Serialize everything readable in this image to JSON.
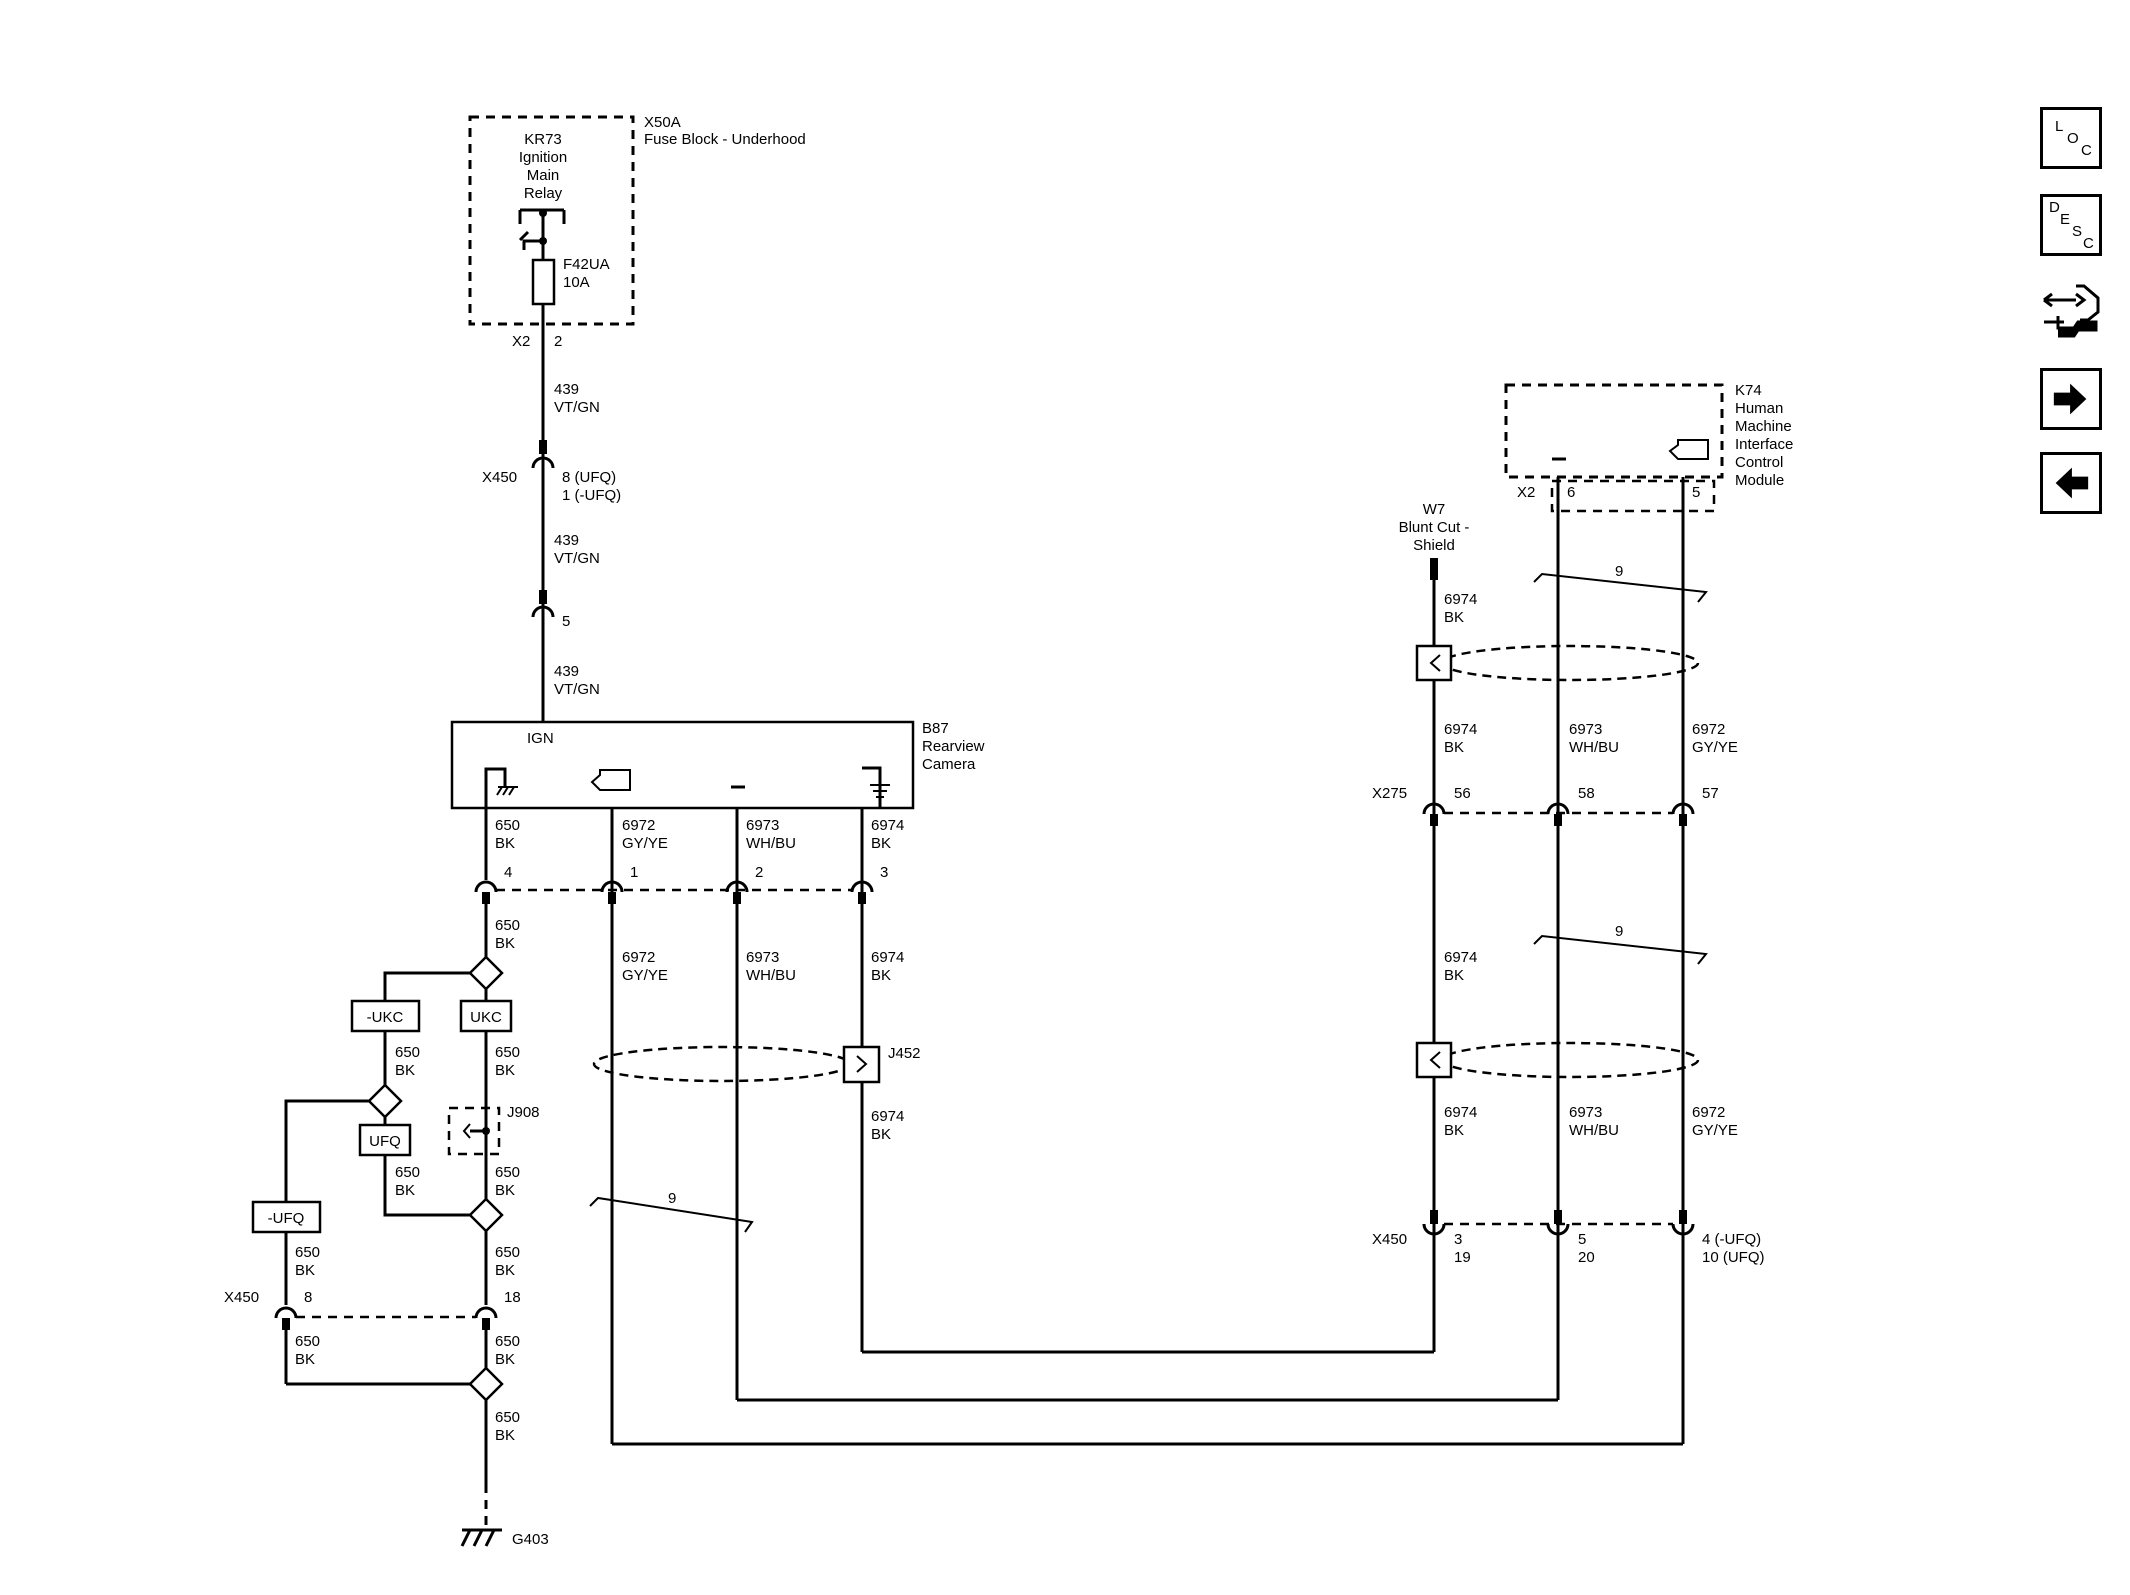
{
  "modules": {
    "fuse_block": {
      "id": "X50A",
      "name": "Fuse Block - Underhood"
    },
    "relay": {
      "line1": "KR73",
      "line2": "Ignition",
      "line3": "Main",
      "line4": "Relay"
    },
    "fuse": {
      "id": "F42UA",
      "rating": "10A"
    },
    "fuse_block_connector": {
      "conn": "X2",
      "pin": "2"
    },
    "camera": {
      "id": "B87",
      "line2": "Rearview",
      "line3": "Camera",
      "ign_label": "IGN"
    },
    "hmi": {
      "id": "K74",
      "line2": "Human",
      "line3": "Machine",
      "line4": "Interface",
      "line5": "Control",
      "line6": "Module",
      "conn": "X2",
      "pin_a": "6",
      "pin_b": "5"
    },
    "shield_w7": {
      "id": "W7",
      "line2": "Blunt Cut -",
      "line3": "Shield"
    },
    "ground": {
      "id": "G403"
    },
    "splice_j452": "J452",
    "splice_j908": "J908"
  },
  "ignition_circuit": {
    "seg1": {
      "circuit": "439",
      "color": "VT/GN"
    },
    "x450_label": "X450",
    "x450_pin_ufq": "8 (UFQ)",
    "x450_pin_noufq": "1 (-UFQ)",
    "seg2": {
      "circuit": "439",
      "color": "VT/GN"
    },
    "inline_pin": "5",
    "seg3": {
      "circuit": "439",
      "color": "VT/GN"
    }
  },
  "camera_pins": [
    {
      "circuit": "650",
      "color": "BK",
      "pin": "4"
    },
    {
      "circuit": "6972",
      "color": "GY/YE",
      "pin": "1"
    },
    {
      "circuit": "6973",
      "color": "WH/BU",
      "pin": "2"
    },
    {
      "circuit": "6974",
      "color": "BK",
      "pin": "3"
    }
  ],
  "camera_lower_wires": [
    {
      "circuit": "6972",
      "color": "GY/YE"
    },
    {
      "circuit": "6973",
      "color": "WH/BU"
    },
    {
      "circuit": "6974",
      "color": "BK"
    },
    {
      "circuit": "6974",
      "color": "BK"
    }
  ],
  "ground_circuit": {
    "w1": {
      "circuit": "650",
      "color": "BK"
    },
    "opt_noukc": "-UKC",
    "opt_ukc": "UKC",
    "w2": {
      "circuit": "650",
      "color": "BK"
    },
    "w3": {
      "circuit": "650",
      "color": "BK"
    },
    "opt_ufq": "UFQ",
    "w4": {
      "circuit": "650",
      "color": "BK"
    },
    "w5": {
      "circuit": "650",
      "color": "BK"
    },
    "opt_noufq": "-UFQ",
    "w6": {
      "circuit": "650",
      "color": "BK"
    },
    "w7": {
      "circuit": "650",
      "color": "BK"
    },
    "x450_label": "X450",
    "x450_pin_a": "8",
    "x450_pin_b": "18",
    "w8": {
      "circuit": "650",
      "color": "BK"
    },
    "w9": {
      "circuit": "650",
      "color": "BK"
    },
    "w10": {
      "circuit": "650",
      "color": "BK"
    }
  },
  "twist_labels": {
    "left": "9",
    "upper_right": "9",
    "mid_right": "9"
  },
  "right_side": {
    "w7_wire": {
      "circuit": "6974",
      "color": "BK"
    },
    "upper": [
      {
        "circuit": "6974",
        "color": "BK"
      },
      {
        "circuit": "6973",
        "color": "WH/BU"
      },
      {
        "circuit": "6972",
        "color": "GY/YE"
      }
    ],
    "x275_label": "X275",
    "x275_pins": [
      "56",
      "58",
      "57"
    ],
    "mid": {
      "circuit": "6974",
      "color": "BK"
    },
    "lower": [
      {
        "circuit": "6974",
        "color": "BK"
      },
      {
        "circuit": "6973",
        "color": "WH/BU"
      },
      {
        "circuit": "6972",
        "color": "GY/YE"
      }
    ],
    "x450_label": "X450",
    "x450_pins": [
      {
        "a": "3",
        "b": "19"
      },
      {
        "a": "5",
        "b": "20"
      },
      {
        "a": "4 (-UFQ)",
        "b": "10 (UFQ)"
      }
    ]
  },
  "nav": {
    "loc": {
      "l": "L",
      "o": "O",
      "c": "C"
    },
    "desc": {
      "d": "D",
      "e": "E",
      "s": "S",
      "c": "C"
    }
  }
}
